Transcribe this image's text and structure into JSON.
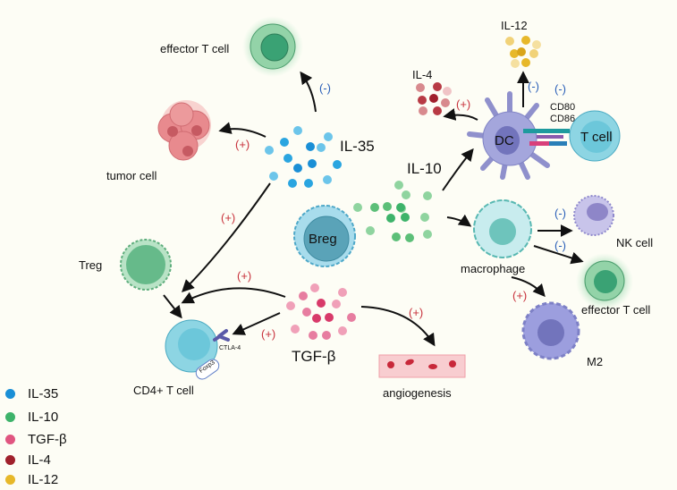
{
  "cells": {
    "effector_t_top": "effector T cell",
    "tumor": "tumor cell",
    "treg": "Treg",
    "breg": "Breg",
    "cd4": "CD4+ T cell",
    "dc": "DC",
    "t_cell": "T cell",
    "macrophage": "macrophage",
    "nk": "NK cell",
    "effector_t_right": "effector T cell",
    "m2": "M2",
    "angiogenesis": "angiogenesis"
  },
  "cytokines": {
    "il35": "IL-35",
    "il10": "IL-10",
    "tgfb": "TGF-β",
    "il4": "IL-4",
    "il12": "IL-12"
  },
  "markers": {
    "cd80": "CD80",
    "cd86": "CD86",
    "ctla4": "CTLA-4",
    "foxp3": "Foxp3"
  },
  "effects": {
    "plus": "(+)",
    "minus": "(-)"
  },
  "legend": [
    {
      "label": "IL-35",
      "color": "#1a8fd6"
    },
    {
      "label": "IL-10",
      "color": "#3db36a"
    },
    {
      "label": "TGF-β",
      "color": "#e05580"
    },
    {
      "label": "IL-4",
      "color": "#a0202c"
    },
    {
      "label": "IL-12",
      "color": "#e7b82a"
    }
  ]
}
